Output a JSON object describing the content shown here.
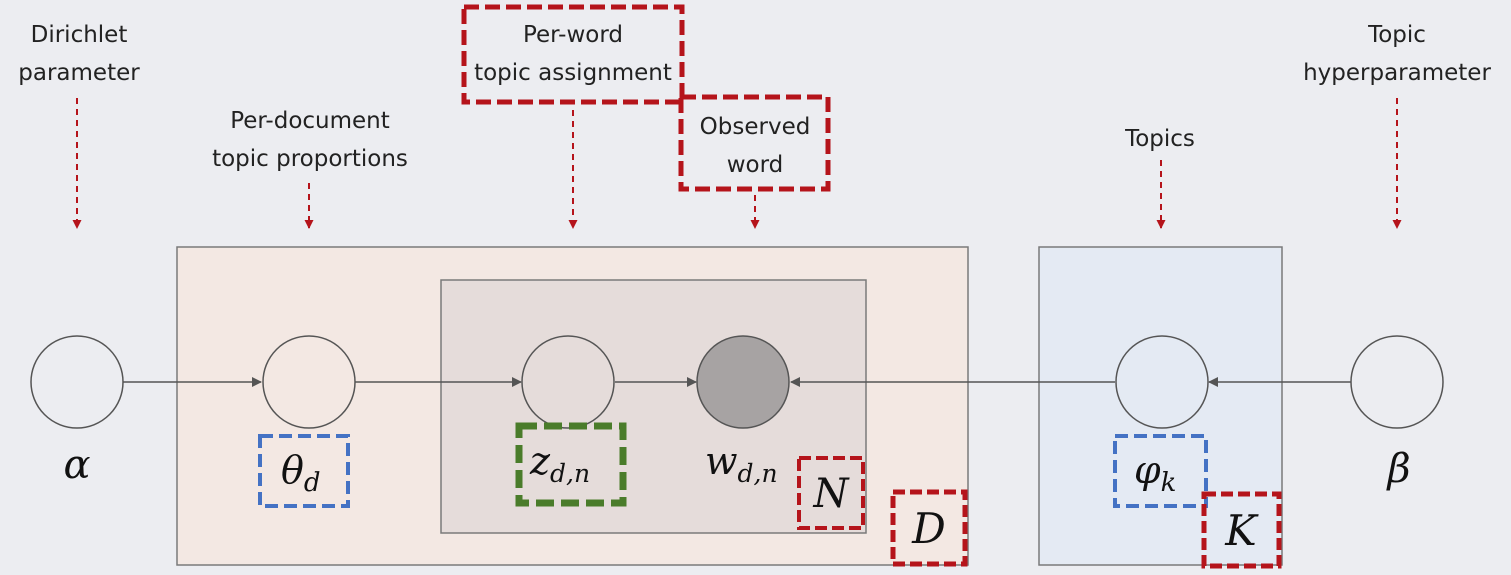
{
  "labels": {
    "dirichlet_line1": "Dirichlet",
    "dirichlet_line2": "parameter",
    "doc_topic_line1": "Per-document",
    "doc_topic_line2": "topic proportions",
    "word_topic_line1": "Per-word",
    "word_topic_line2": "topic assignment",
    "observed_line1": "Observed",
    "observed_line2": "word",
    "topics": "Topics",
    "topic_hyper_line1": "Topic",
    "topic_hyper_line2": "hyperparameter"
  },
  "math": {
    "alpha": "α",
    "theta": "θ",
    "theta_sub": "d",
    "z": "z",
    "z_sub": "d,n",
    "w": "w",
    "w_sub": "d,n",
    "N": "N",
    "D": "D",
    "phi": "φ",
    "phi_sub": "k",
    "K": "K",
    "beta": "β"
  },
  "colors": {
    "background": "#ecedf1",
    "document_plate": "#f3e8e3",
    "word_plate": "#e5dcda",
    "topic_plate": "#e4eaf3",
    "observed_node": "#a7a3a3",
    "highlight_red": "#b5141b",
    "highlight_blue": "#4472c4",
    "highlight_green": "#4a7c2a"
  }
}
